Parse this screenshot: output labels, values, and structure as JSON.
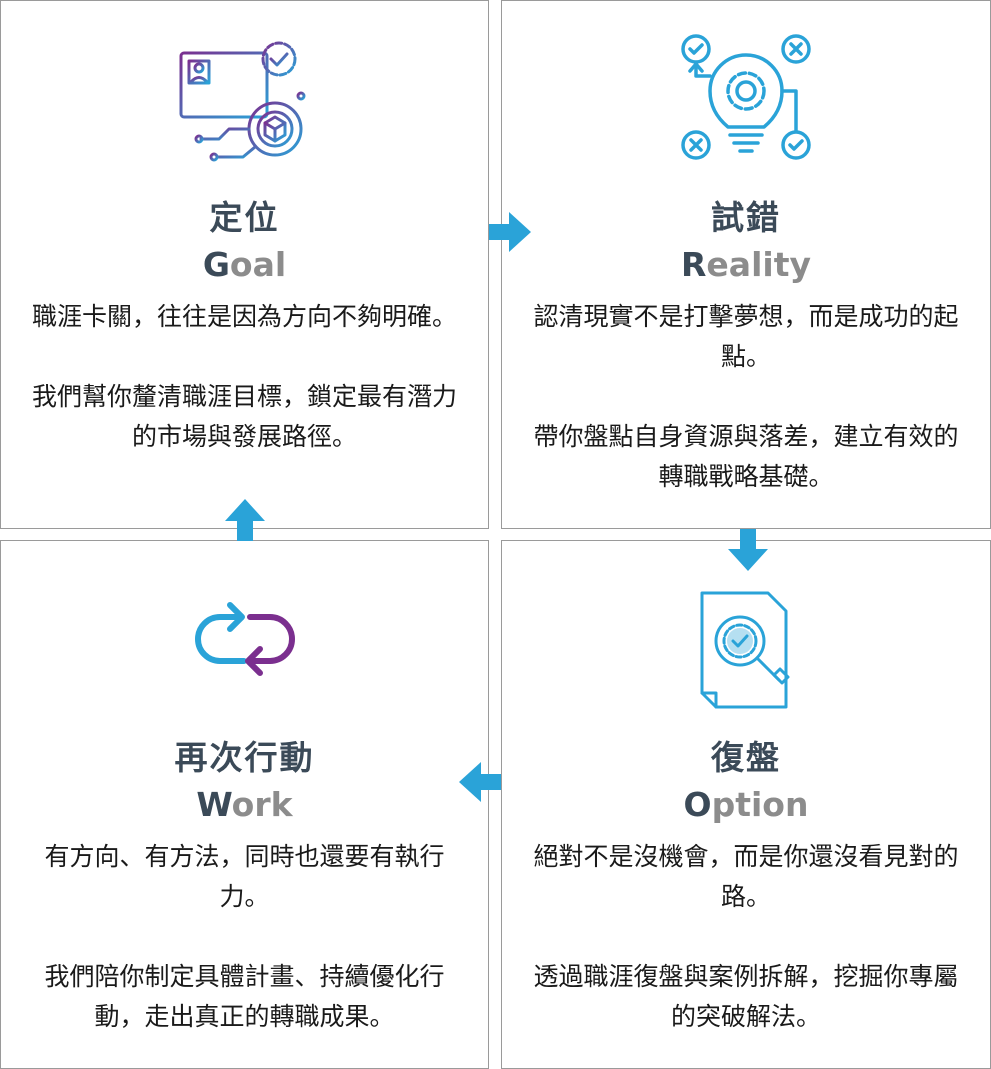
{
  "colors": {
    "card_border": "#9a9a9a",
    "title": "#3b4a58",
    "subtitle_rest": "#8c8c8c",
    "arrow": "#2aa3d8",
    "icon_purple": "#7b2f8f",
    "icon_blue": "#2aa3d8"
  },
  "cards": {
    "goal": {
      "icon": "id-card-gear-cube-icon",
      "title": "定位",
      "subtitle_first": "G",
      "subtitle_rest": "oal",
      "para1": "職涯卡關，往往是因為方向不夠明確。",
      "para2": "我們幫你釐清職涯目標，鎖定最有潛力的市場與發展路徑。"
    },
    "reality": {
      "icon": "lightbulb-gear-check-cross-icon",
      "title": "試錯",
      "subtitle_first": "R",
      "subtitle_rest": "eality",
      "para1": "認清現實不是打擊夢想，而是成功的起點。",
      "para2": "帶你盤點自身資源與落差，建立有效的轉職戰略基礎。"
    },
    "option": {
      "icon": "document-magnifier-check-icon",
      "title": "復盤",
      "subtitle_first": "O",
      "subtitle_rest": "ption",
      "para1": "絕對不是沒機會，而是你還沒看見對的路。",
      "para2": "透過職涯復盤與案例拆解，挖掘你專屬的突破解法。"
    },
    "work": {
      "icon": "cycle-arrows-icon",
      "title": "再次行動",
      "subtitle_first": "W",
      "subtitle_rest": "ork",
      "para1": "有方向、有方法，同時也還要有執行力。",
      "para2": "我們陪你制定具體計畫、持續優化行動，走出真正的轉職成果。"
    }
  },
  "flow": [
    "goal",
    "reality",
    "option",
    "work"
  ]
}
